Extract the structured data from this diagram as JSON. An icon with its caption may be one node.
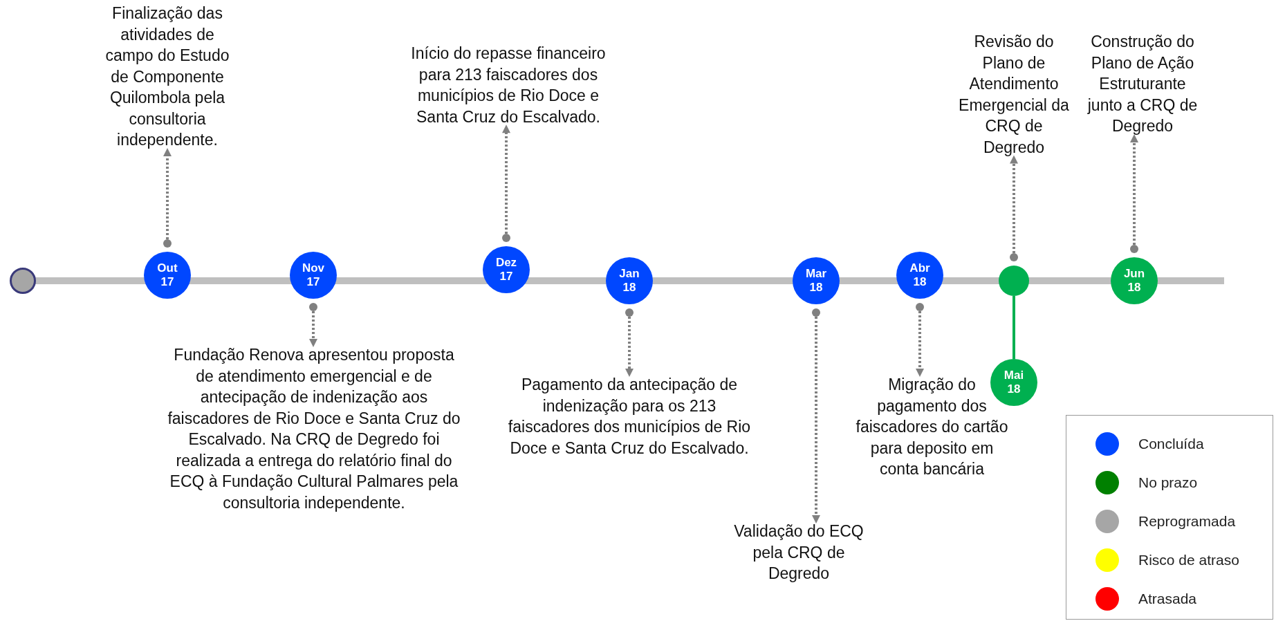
{
  "diagram": {
    "nodes": [
      {
        "text": [],
        "shape": "circle"
      },
      {
        "text": [
          "Out 17"
        ]
      },
      {
        "text": [
          "Finalização das atividades de campo do Estudo de Componente Quilombola pela consultoria independente."
        ]
      },
      {
        "text": [
          "Nov 17"
        ]
      },
      {
        "text": [
          "Fundação Renova apresentou proposta de atendimento emergencial e de antecipação de indenização aos faiscadores de Rio Doce e Santa Cruz do Escalvado. Na CRQ de Degredo foi realizada a entrega do relatório final do ECQ  à Fundação Cultural Palmares pela consultoria independente."
        ]
      },
      {
        "text": [
          "Dez 17"
        ]
      },
      {
        "text": [
          "Início do repasse financeiro para 213 faiscadores dos municípios de Rio Doce e Santa Cruz do Escalvado."
        ]
      },
      {
        "text": [
          "Jan 18"
        ]
      },
      {
        "text": [
          "Pagamento da antecipação de indenização para os  213 faiscadores dos municípios de Rio Doce e Santa Cruz do Escalvado."
        ]
      },
      {
        "text": [
          "Mar 18"
        ]
      },
      {
        "text": [
          "Validação do ECQ pela CRQ de Degredo"
        ]
      },
      {
        "text": [
          "Abr 18"
        ]
      },
      {
        "text": [
          "Migração do pagamento dos faiscadores do cartão para deposito em conta bancária"
        ]
      },
      {
        "text": [],
        "shape": "circle"
      },
      {
        "text": [
          "Revisão do Plano de Atendimento Emergencial da CRQ de Degredo"
        ]
      },
      {
        "text": [
          "Mai 18"
        ]
      },
      {
        "text": [
          "Jun 18"
        ]
      },
      {
        "text": [
          "Construção do Plano de Ação Estruturante junto a CRQ de Degredo"
        ]
      }
    ],
    "edges": [
      {
        "from": 1,
        "to": 2,
        "arrow": "to",
        "style": "dashed"
      },
      {
        "from": 3,
        "to": 4,
        "arrow": "to",
        "style": "dashed"
      },
      {
        "from": 5,
        "to": 6,
        "arrow": "to",
        "style": "dashed"
      },
      {
        "from": 7,
        "to": 8,
        "arrow": "to",
        "style": "dashed"
      },
      {
        "from": 9,
        "to": 10,
        "arrow": "to",
        "style": "dashed"
      },
      {
        "from": 11,
        "to": 12,
        "arrow": "to",
        "style": "dashed"
      },
      {
        "from": 13,
        "to": 14,
        "arrow": "to",
        "style": "dashed"
      },
      {
        "from": 13,
        "to": 15,
        "arrow": "none",
        "color": "#00b050"
      },
      {
        "from": 16,
        "to": 17,
        "arrow": "to",
        "style": "dashed"
      }
    ],
    "legend": [
      {
        "text": "Concluída",
        "color": "#0047ff"
      },
      {
        "text": "No prazo",
        "color": "#008000"
      },
      {
        "text": "Reprogramada",
        "color": "#a6a6a6"
      },
      {
        "text": "Risco de atraso",
        "color": "#ffff00"
      },
      {
        "text": "Atrasada",
        "color": "#ff0000"
      }
    ]
  }
}
